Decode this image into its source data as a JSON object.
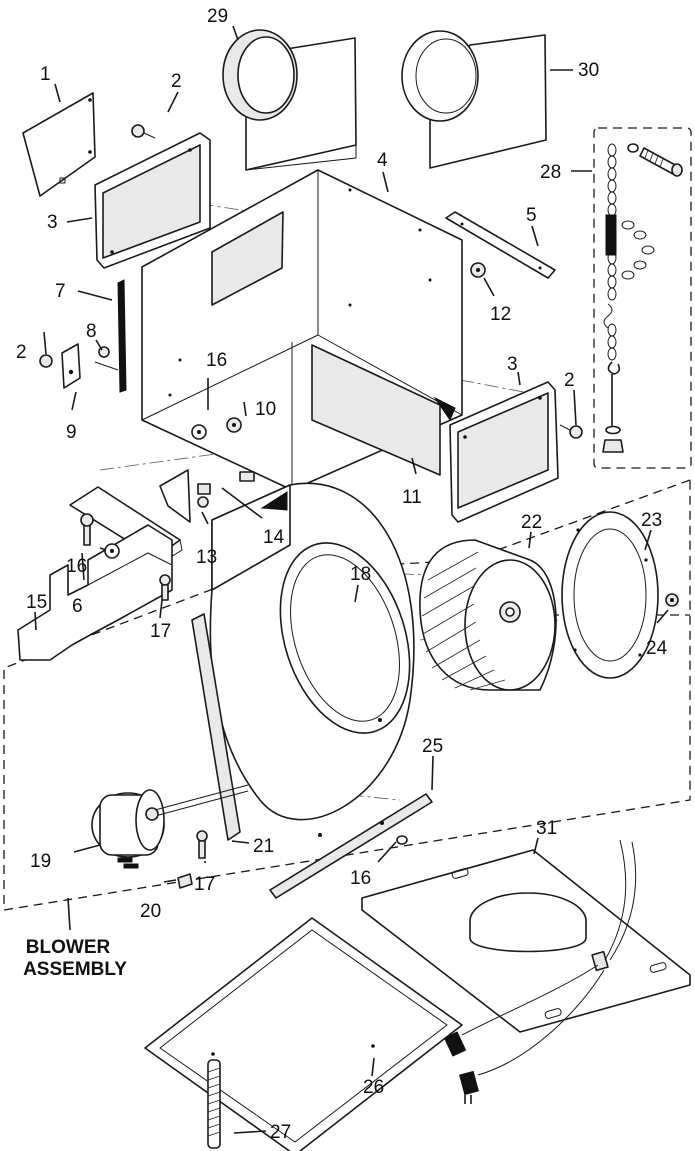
{
  "callouts": [
    "1",
    "2",
    "3",
    "4",
    "5",
    "6",
    "7",
    "8",
    "9",
    "10",
    "11",
    "12",
    "13",
    "14",
    "15",
    "16",
    "17",
    "18",
    "19",
    "20",
    "21",
    "22",
    "23",
    "24",
    "25",
    "26",
    "27",
    "28",
    "29",
    "30",
    "31"
  ],
  "caption": {
    "line1": "BLOWER",
    "line2": "ASSEMBLY"
  }
}
